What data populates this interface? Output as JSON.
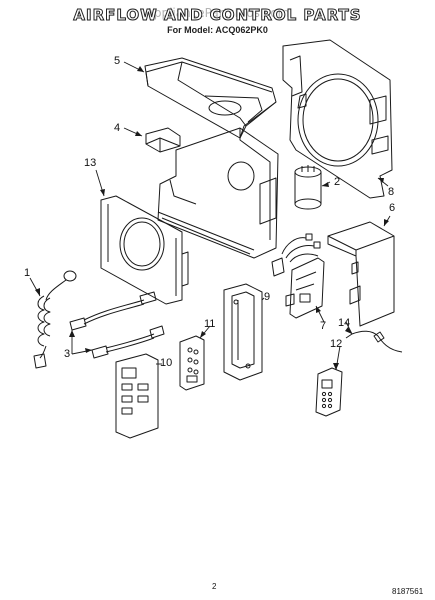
{
  "watermark": "AppliancePartsPros.com",
  "title": "AIRFLOW AND CONTROL PARTS",
  "subtitle": "For Model: ACQ062PK0",
  "callouts": [
    "1",
    "2",
    "3",
    "4",
    "5",
    "6",
    "7",
    "8",
    "9",
    "10",
    "11",
    "12",
    "13",
    "14"
  ],
  "page_number": "2",
  "document_number": "8187561"
}
